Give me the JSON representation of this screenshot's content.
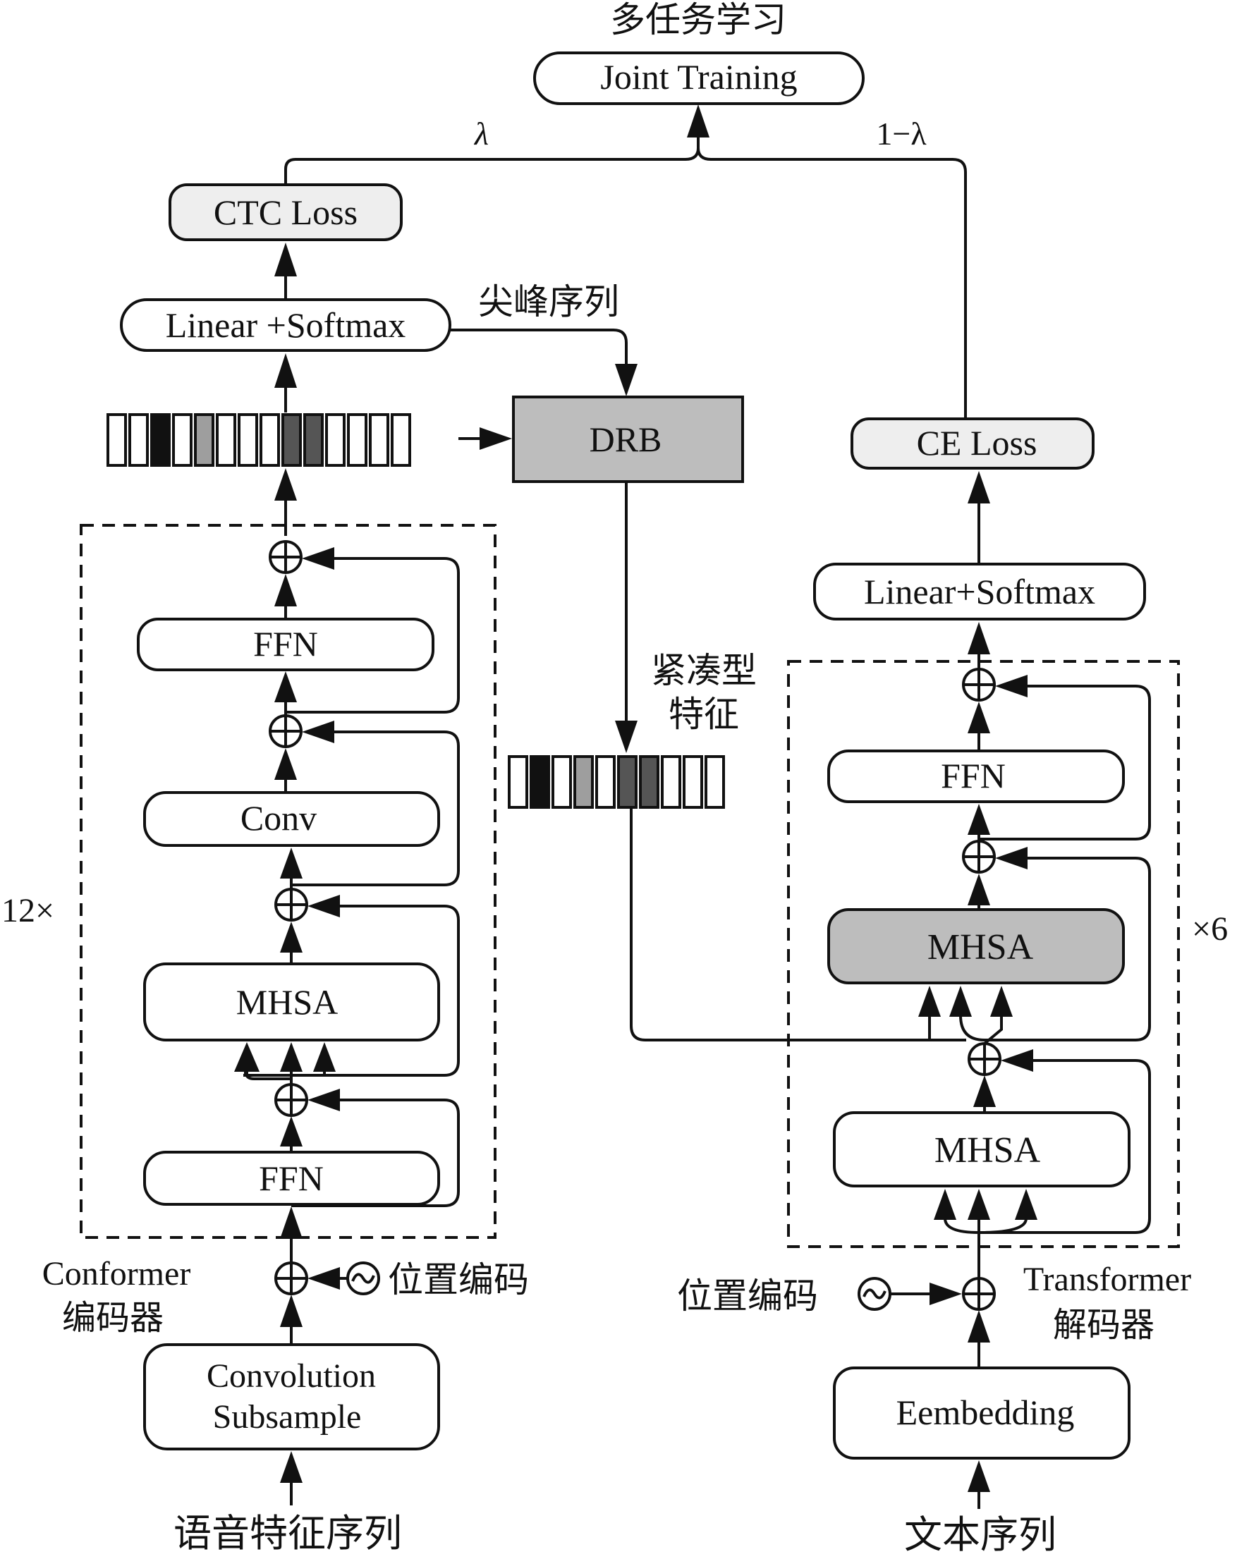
{
  "top": {
    "title": "多任务学习",
    "joint_training": "Joint Training",
    "lambda": "λ",
    "one_minus_lambda": "1−λ"
  },
  "encoder": {
    "ctc_loss": "CTC Loss",
    "linear_softmax": "Linear +Softmax",
    "spike_sequence": "尖峰序列",
    "ffn_top": "FFN",
    "conv": "Conv",
    "mhsa": "MHSA",
    "ffn_bottom": "FFN",
    "repeat": "12×",
    "name_en": "Conformer",
    "name_cn": "编码器",
    "pos_encoding": "位置编码",
    "subsample_line1": "Convolution",
    "subsample_line2": "Subsample",
    "input": "语音特征序列"
  },
  "middle": {
    "drb": "DRB",
    "compact_line1": "紧凑型",
    "compact_line2": "特征",
    "spike_cells": [
      "white",
      "white",
      "black",
      "white",
      "gray",
      "white",
      "white",
      "white",
      "dark",
      "dark",
      "white",
      "white",
      "white",
      "white"
    ],
    "compact_cells": [
      "white",
      "black",
      "white",
      "gray",
      "white",
      "dark",
      "dark",
      "white",
      "white",
      "white"
    ]
  },
  "decoder": {
    "ce_loss": "CE Loss",
    "linear_softmax": "Linear+Softmax",
    "ffn": "FFN",
    "cross_mhsa": "MHSA",
    "self_mhsa": "MHSA",
    "repeat": "×6",
    "pos_encoding": "位置编码",
    "name_en": "Transformer",
    "name_cn": "解码器",
    "embedding": "Eembedding",
    "input": "文本序列"
  },
  "colors": {
    "light_fill": "#eeeeee",
    "gray_fill": "#bdbdbd",
    "black": "#111111",
    "gray_cell": "#9e9e9e",
    "dark_cell": "#555555"
  }
}
